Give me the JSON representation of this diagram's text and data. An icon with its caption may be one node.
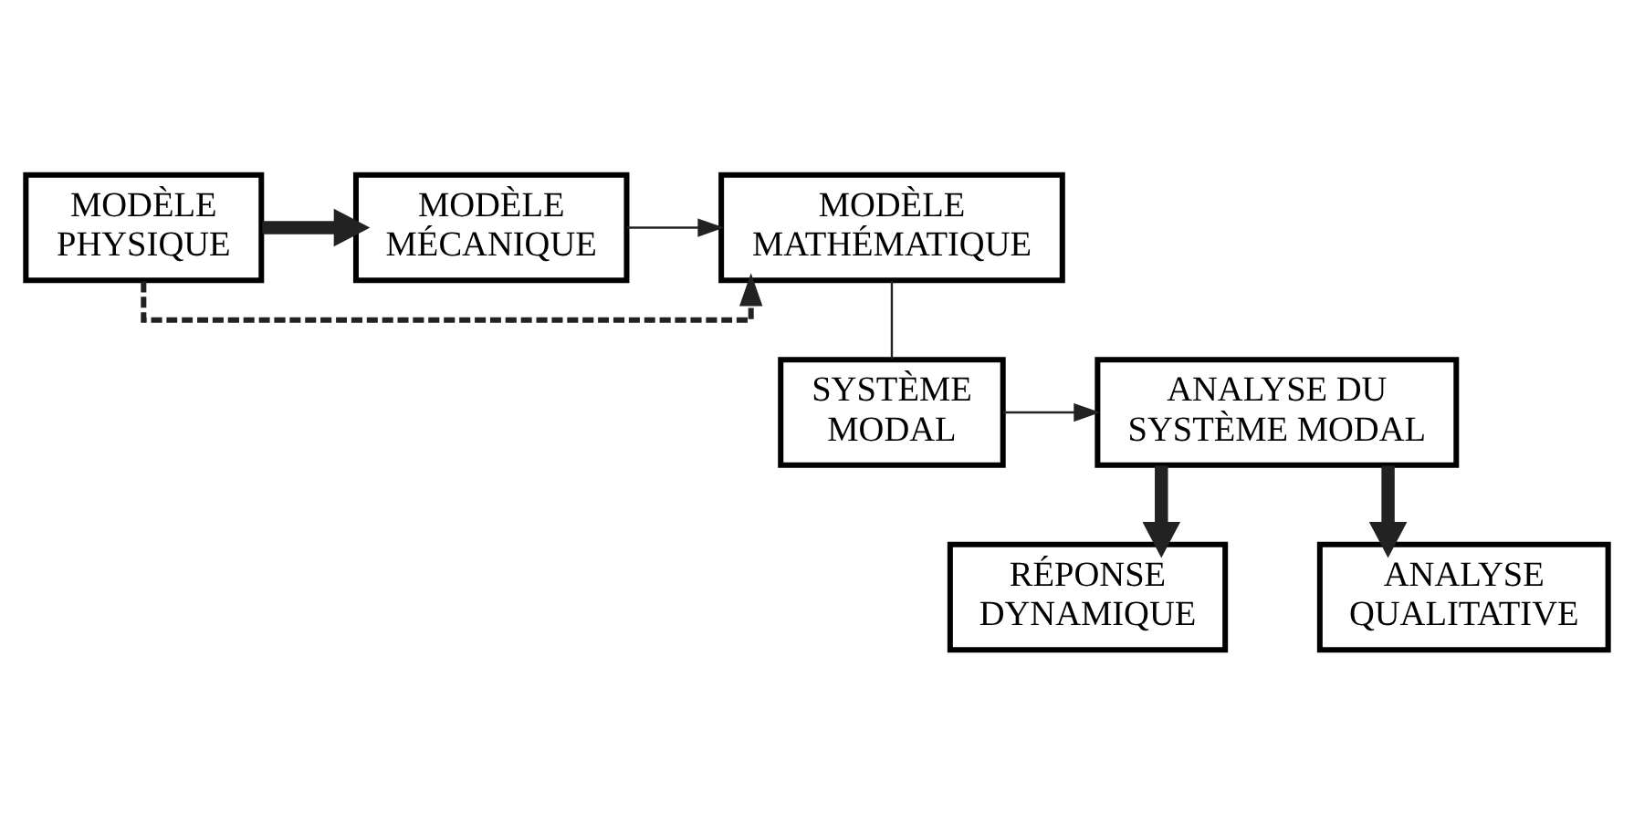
{
  "diagram": {
    "nodes": [
      {
        "text": [
          "MODÈLE PHYSIQUE"
        ]
      },
      {
        "text": [
          "MODÈLE MÉCANIQUE"
        ]
      },
      {
        "text": [
          "MODÈLE MATHÉMATIQUE"
        ]
      },
      {
        "text": [
          "SYSTÈME MODAL"
        ]
      },
      {
        "text": [
          "ANALYSE DU SYSTÈME MODAL"
        ]
      },
      {
        "text": [
          "RÉPONSE DYNAMIQUE"
        ]
      },
      {
        "text": [
          "ANALYSE QUALITATIVE"
        ]
      }
    ],
    "edges": [
      {
        "from": 0,
        "to": 1,
        "arrow": "to",
        "style": "thick"
      },
      {
        "from": 1,
        "to": 2,
        "arrow": "to"
      },
      {
        "from": 0,
        "to": 2,
        "arrow": "to",
        "style": "dashed"
      },
      {
        "from": 2,
        "to": 3,
        "arrow": "none"
      },
      {
        "from": 3,
        "to": 4,
        "arrow": "to"
      },
      {
        "from": 4,
        "to": 5,
        "arrow": "to",
        "style": "thick"
      },
      {
        "from": 4,
        "to": 6,
        "arrow": "to",
        "style": "thick"
      }
    ]
  }
}
